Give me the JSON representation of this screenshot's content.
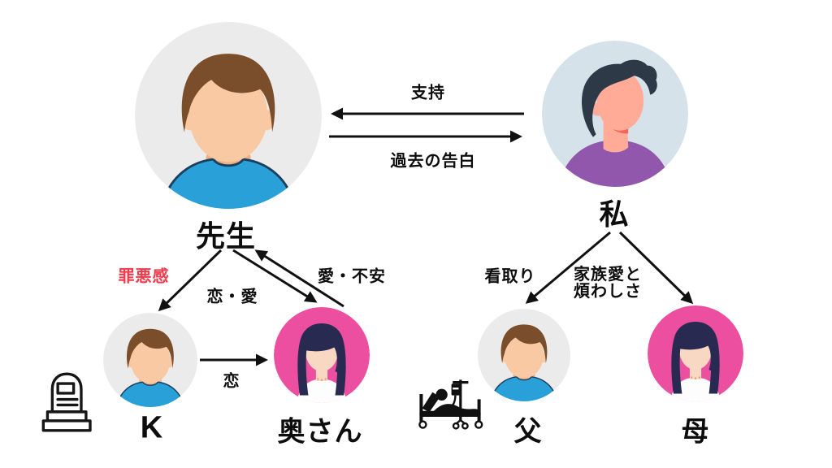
{
  "diagram": {
    "title_hint": "character relationship map",
    "nodes": {
      "sensei": {
        "label": "先生"
      },
      "watashi": {
        "label": "私"
      },
      "k": {
        "label": "K"
      },
      "okusan": {
        "label": "奥さん"
      },
      "father": {
        "label": "父"
      },
      "mother": {
        "label": "母"
      }
    },
    "edges": {
      "support": {
        "label": "支持",
        "from": "watashi",
        "to": "sensei"
      },
      "confession": {
        "label": "過去の告白",
        "from": "sensei",
        "to": "watashi"
      },
      "guilt": {
        "label": "罪悪感",
        "from": "sensei",
        "to": "k",
        "color": "#ef3b4c"
      },
      "love_romance": {
        "label": "恋・愛",
        "from": "sensei",
        "to": "okusan"
      },
      "love_anxiety": {
        "label": "愛・不安",
        "from": "okusan",
        "to": "sensei"
      },
      "crush": {
        "label": "恋",
        "from": "k",
        "to": "okusan"
      },
      "deathbed": {
        "label": "看取り",
        "from": "watashi",
        "to": "father"
      },
      "family_love": {
        "label_line1": "家族愛と",
        "label_line2": "煩わしさ",
        "from": "watashi",
        "to": "mother"
      }
    },
    "icons": {
      "tombstone": "tombstone-icon",
      "hospital_bed": "hospital-bed-icon"
    },
    "colors": {
      "background": "#ffffff",
      "line": "#111111",
      "guilt_red": "#ef3b4c",
      "man_circle": "#ebebeb",
      "man_hair": "#7b4e2b",
      "man_skin": "#f8c9a2",
      "man_shirt": "#29a0d8",
      "watashi_circle": "#d6e2ea",
      "watashi_hair": "#2e3947",
      "watashi_skin": "#ffab97",
      "watashi_shirt": "#9157ad",
      "woman_circle": "#ec4f9f",
      "woman_hair": "#292a52",
      "woman_skin": "#f8d7c3",
      "woman_shirt": "#fdfdfd"
    }
  }
}
